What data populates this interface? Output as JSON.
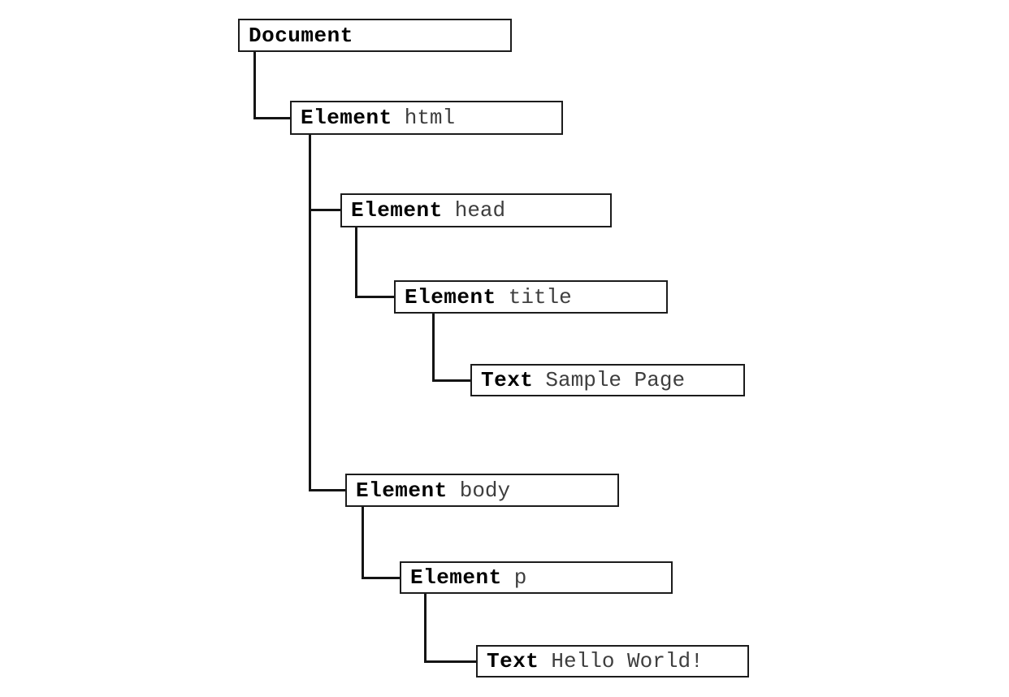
{
  "diagram": {
    "kind": "dom-tree",
    "background": "#ffffff",
    "box_border_color": "#1c1c1c",
    "line_color": "#141414",
    "type_label_color": "#000000",
    "value_label_color": "#3e3e3e",
    "nodes": [
      {
        "id": "document",
        "type": "Document",
        "value": "",
        "parent": null
      },
      {
        "id": "html",
        "type": "Element",
        "value": "html",
        "parent": "document"
      },
      {
        "id": "head",
        "type": "Element",
        "value": "head",
        "parent": "html"
      },
      {
        "id": "title",
        "type": "Element",
        "value": "title",
        "parent": "head"
      },
      {
        "id": "title-text",
        "type": "Text",
        "value": "Sample Page",
        "parent": "title"
      },
      {
        "id": "body",
        "type": "Element",
        "value": "body",
        "parent": "html"
      },
      {
        "id": "p",
        "type": "Element",
        "value": "p",
        "parent": "body"
      },
      {
        "id": "p-text",
        "type": "Text",
        "value": "Hello World!",
        "parent": "p"
      }
    ]
  }
}
